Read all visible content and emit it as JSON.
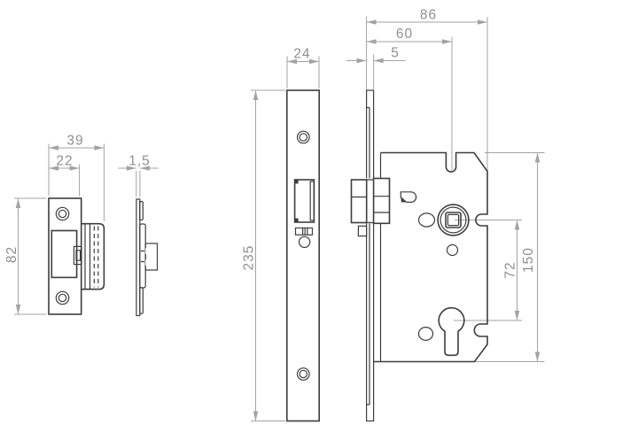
{
  "drawing": {
    "dimension_labels": {
      "strike_overall_width": "39",
      "strike_plate_width": "22",
      "strike_thickness": "1,5",
      "strike_height": "82",
      "faceplate_width": "24",
      "faceplate_height": "235",
      "case_depth_overall": "86",
      "backset": "60",
      "faceplate_to_case_gap": "5",
      "spindle_to_cylinder_centres": "72",
      "case_height": "150"
    },
    "colors": {
      "background": "#ffffff",
      "part_outline": "#3d3d3d",
      "dimension_lines": "#a3a3a3",
      "dimension_text": "#8f8f8f"
    }
  }
}
